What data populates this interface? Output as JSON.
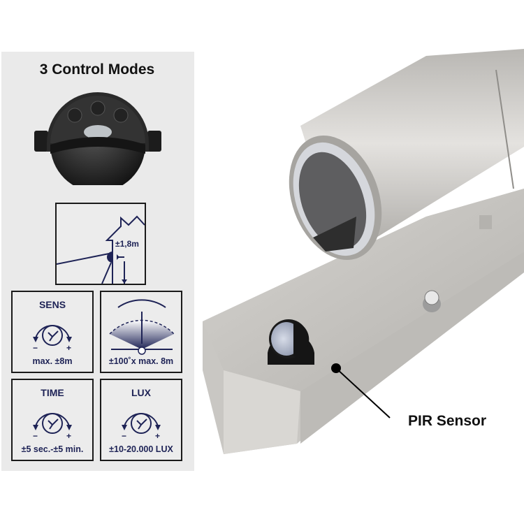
{
  "infographic": {
    "title": "3 Control Modes",
    "mounting": {
      "height_label": "±1,8m"
    },
    "modes": [
      {
        "name": "SENS",
        "value": "max. ±8m"
      },
      {
        "name": "",
        "value": "±100˚x max. 8m"
      },
      {
        "name": "TIME",
        "value": "±5 sec.-±5 min."
      },
      {
        "name": "LUX",
        "value": "±10-20.000 LUX"
      }
    ]
  },
  "product": {
    "callout": "PIR Sensor"
  },
  "colors": {
    "panel_bg": "#eaeaea",
    "diagram_navy": "#1e2356",
    "steel": "#c8c6c3"
  }
}
